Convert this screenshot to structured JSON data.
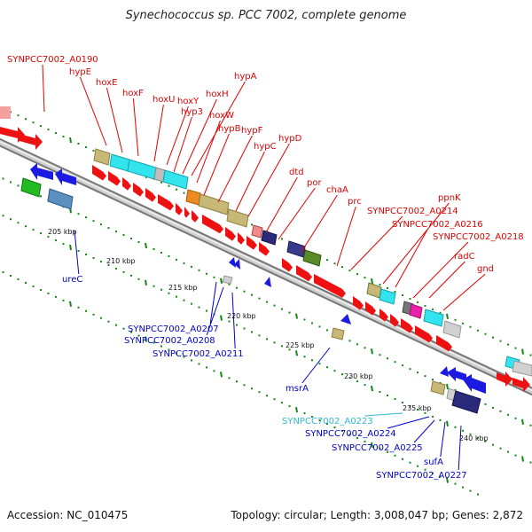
{
  "title": "Synechococcus sp. PCC 7002, complete genome",
  "footer": {
    "accession": "Accession: NC_010475",
    "summary": "Topology: circular; Length: 3,008,047 bp; Genes: 2,872"
  },
  "colors": {
    "forward_label": "#e00000",
    "reverse_label": "#0000c8",
    "highlight_label": "#30b8d0",
    "backbone": "#888888",
    "tick": "#138a13"
  },
  "kbp_labels": [
    "205 kbp",
    "210 kbp",
    "215 kbp",
    "220 kbp",
    "225 kbp",
    "230 kbp",
    "235 kbp",
    "240 kbp"
  ],
  "forward_genes": [
    "SYNPCC7002_A0190",
    "hypE",
    "hoxE",
    "hoxF",
    "hoxU",
    "hoxY",
    "hyp3",
    "hoxH",
    "hypA",
    "hoxW",
    "hypB",
    "hypF",
    "hypC",
    "hypD",
    "dtd",
    "por",
    "chaA",
    "prc",
    "SYNPCC7002_A0214",
    "ppnK",
    "SYNPCC7002_A0216",
    "SYNPCC7002_A0218",
    "radC",
    "gnd"
  ],
  "reverse_genes": [
    "ureC",
    "SYNPCC7002_A0207",
    "SYNPCC7002_A0208",
    "SYNPCC7002_A0211",
    "msrA",
    "SYNPCC7002_A0223",
    "SYNPCC7002_A0224",
    "SYNPCC7002_A0225",
    "sufA",
    "SYNPCC7002_A0227"
  ]
}
